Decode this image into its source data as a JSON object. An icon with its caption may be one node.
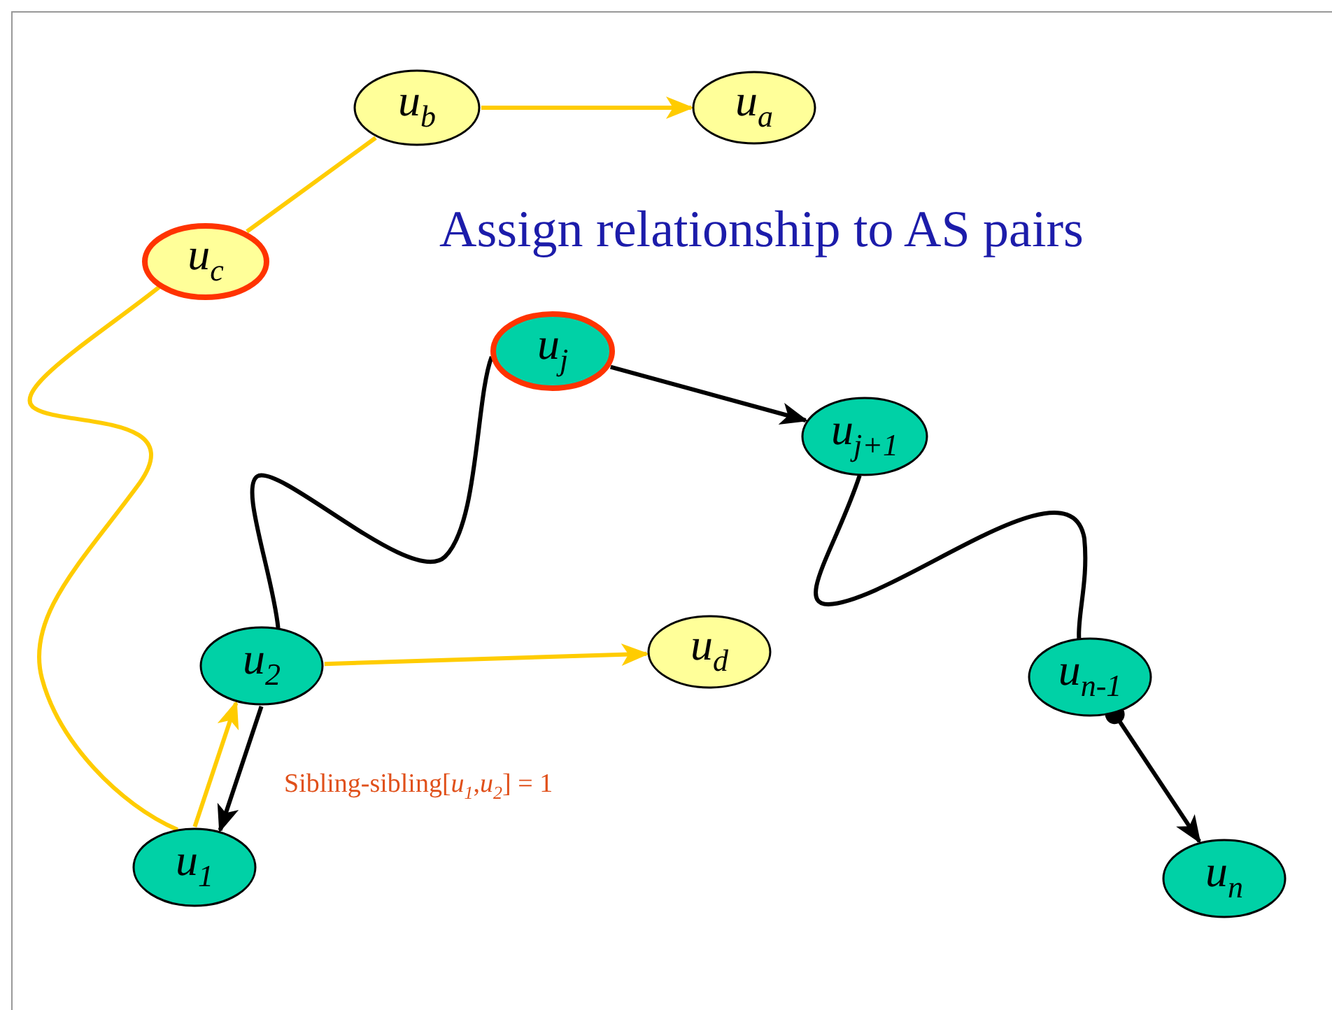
{
  "diagram": {
    "title": "Assign relationship to AS pairs",
    "nodes": [
      {
        "text": [
          "u$_{b}$"
        ]
      },
      {
        "text": [
          "u$_{a}$"
        ]
      },
      {
        "text": [
          "u$_{c}$"
        ]
      },
      {
        "text": [
          "u$_{j}$"
        ]
      },
      {
        "text": [
          "u$_{j+1}$"
        ]
      },
      {
        "text": [
          "u$_{2}$"
        ]
      },
      {
        "text": [
          "u$_{d}$"
        ]
      },
      {
        "text": [
          "u$_{n-1}$"
        ]
      },
      {
        "text": [
          "u$_{1}$"
        ]
      },
      {
        "text": [
          "u$_{n}$"
        ]
      }
    ],
    "edges": [
      {
        "from": 0,
        "to": 1,
        "arrow": "to",
        "color": "#ffcc00"
      },
      {
        "from": 2,
        "to": 0,
        "arrow": "none",
        "color": "#ffcc00"
      },
      {
        "from": 2,
        "to": 8,
        "arrow": "none",
        "color": "#ffcc00"
      },
      {
        "from": 8,
        "to": 5,
        "arrow": "to",
        "color": "#ffcc00"
      },
      {
        "from": 5,
        "to": 6,
        "arrow": "to",
        "color": "#ffcc00"
      },
      {
        "from": 5,
        "to": 3,
        "arrow": "none",
        "color": "#000000"
      },
      {
        "from": 3,
        "to": 4,
        "arrow": "to",
        "color": "#000000"
      },
      {
        "from": 4,
        "to": 7,
        "arrow": "none",
        "color": "#000000"
      },
      {
        "from": 7,
        "to": 9,
        "arrow": "to",
        "color": "#000000"
      },
      {
        "from": 5,
        "to": 8,
        "arrow": "to",
        "color": "#000000"
      }
    ],
    "labels": [
      "Sibling-sibling[*u*$_{1}$,*u*$_{2}$] = 1"
    ]
  }
}
